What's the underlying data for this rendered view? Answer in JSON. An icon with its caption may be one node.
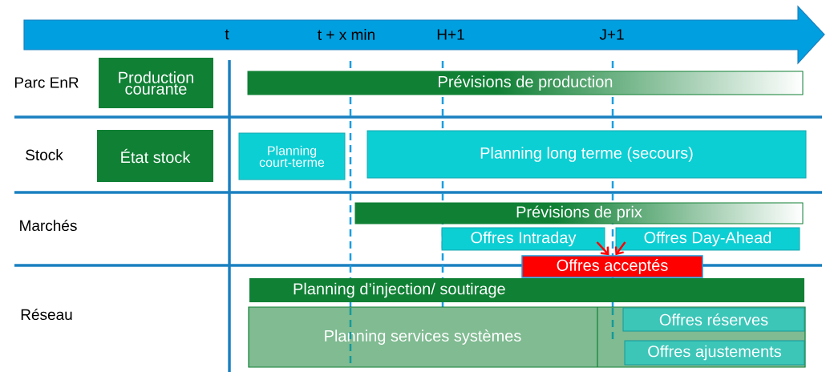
{
  "diagram": {
    "nodes": [
      {
        "text": [
          "Production courante"
        ]
      },
      {
        "text": [
          "Prévisions de production"
        ]
      },
      {
        "text": [
          "État stock"
        ]
      },
      {
        "text": [
          "Planning court-terme"
        ]
      },
      {
        "text": [
          "Planning long terme (secours)"
        ]
      },
      {
        "text": [
          "Prévisions de prix"
        ]
      },
      {
        "text": [
          "Offres Intraday"
        ]
      },
      {
        "text": [
          "Offres Day-Ahead"
        ]
      },
      {
        "text": [
          "Offres acceptés"
        ]
      },
      {
        "text": [
          "Planning d’injection/ soutirage"
        ]
      },
      {
        "text": [
          "Planning services systèmes"
        ]
      },
      {
        "text": [
          "Offres réserves"
        ],
        "in": 10
      },
      {
        "text": [
          "Offres ajustements"
        ],
        "in": 10
      }
    ],
    "edges": [
      {
        "from": 6,
        "to": 8,
        "arrow": "to"
      },
      {
        "from": 7,
        "to": 8,
        "arrow": "to"
      }
    ],
    "labels": [
      "t",
      "t + x min",
      "H+1",
      "J+1",
      "Parc EnR",
      "Stock",
      "Marchés",
      "Réseau"
    ]
  }
}
